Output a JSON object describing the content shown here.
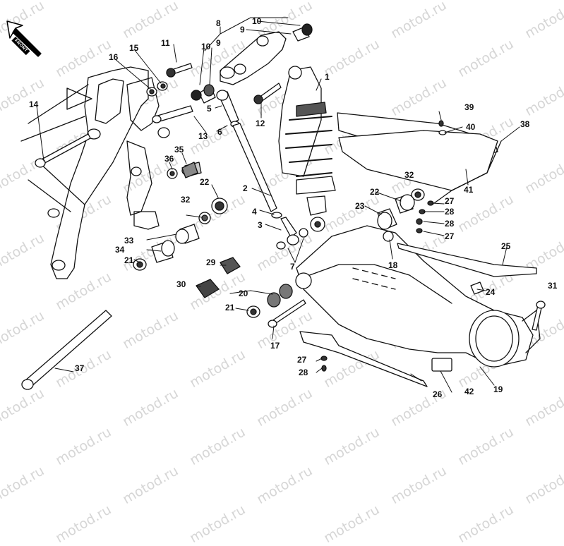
{
  "diagram": {
    "title": "Rear suspension exploded parts diagram",
    "watermark": "motod.ru",
    "direction_arrow_label": "FRONT",
    "callouts": [
      {
        "id": "c1",
        "label": "1"
      },
      {
        "id": "c2",
        "label": "2"
      },
      {
        "id": "c3",
        "label": "3"
      },
      {
        "id": "c4",
        "label": "4"
      },
      {
        "id": "c5",
        "label": "5"
      },
      {
        "id": "c6",
        "label": "6"
      },
      {
        "id": "c7",
        "label": "7"
      },
      {
        "id": "c8",
        "label": "8"
      },
      {
        "id": "c9a",
        "label": "9"
      },
      {
        "id": "c9b",
        "label": "9"
      },
      {
        "id": "c10a",
        "label": "10"
      },
      {
        "id": "c10b",
        "label": "10"
      },
      {
        "id": "c11",
        "label": "11"
      },
      {
        "id": "c12",
        "label": "12"
      },
      {
        "id": "c13",
        "label": "13"
      },
      {
        "id": "c14",
        "label": "14"
      },
      {
        "id": "c15",
        "label": "15"
      },
      {
        "id": "c16",
        "label": "16"
      },
      {
        "id": "c17",
        "label": "17"
      },
      {
        "id": "c18",
        "label": "18"
      },
      {
        "id": "c19",
        "label": "19"
      },
      {
        "id": "c20",
        "label": "20"
      },
      {
        "id": "c21a",
        "label": "21"
      },
      {
        "id": "c21b",
        "label": "21"
      },
      {
        "id": "c22a",
        "label": "22"
      },
      {
        "id": "c22b",
        "label": "22"
      },
      {
        "id": "c23",
        "label": "23"
      },
      {
        "id": "c24",
        "label": "24"
      },
      {
        "id": "c25",
        "label": "25"
      },
      {
        "id": "c26",
        "label": "26"
      },
      {
        "id": "c27a",
        "label": "27"
      },
      {
        "id": "c27b",
        "label": "27"
      },
      {
        "id": "c27c",
        "label": "27"
      },
      {
        "id": "c28a",
        "label": "28"
      },
      {
        "id": "c28b",
        "label": "28"
      },
      {
        "id": "c28c",
        "label": "28"
      },
      {
        "id": "c29",
        "label": "29"
      },
      {
        "id": "c30",
        "label": "30"
      },
      {
        "id": "c31",
        "label": "31"
      },
      {
        "id": "c32a",
        "label": "32"
      },
      {
        "id": "c32b",
        "label": "32"
      },
      {
        "id": "c33",
        "label": "33"
      },
      {
        "id": "c34",
        "label": "34"
      },
      {
        "id": "c35",
        "label": "35"
      },
      {
        "id": "c36",
        "label": "36"
      },
      {
        "id": "c37",
        "label": "37"
      },
      {
        "id": "c38",
        "label": "38"
      },
      {
        "id": "c39",
        "label": "39"
      },
      {
        "id": "c40",
        "label": "40"
      },
      {
        "id": "c41",
        "label": "41"
      },
      {
        "id": "c42",
        "label": "42"
      }
    ]
  }
}
